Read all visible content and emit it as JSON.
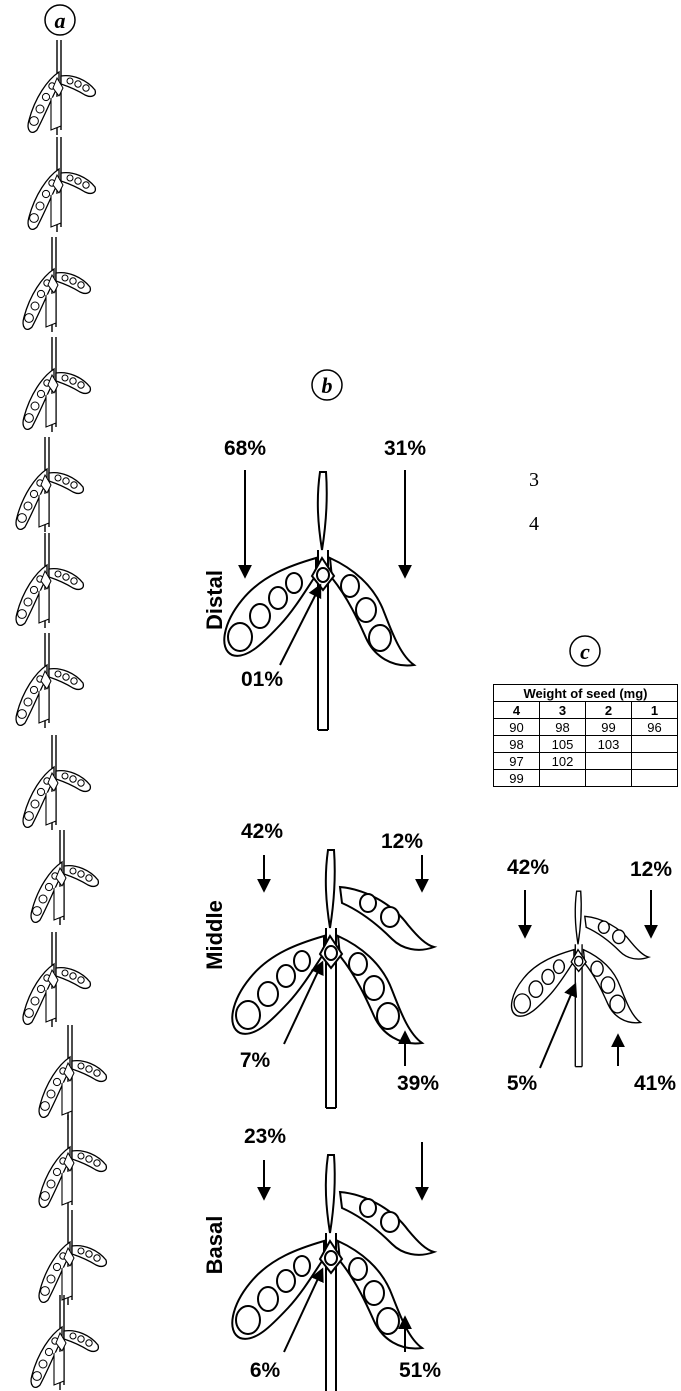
{
  "panels": {
    "a": "a",
    "b": "b",
    "c": "c"
  },
  "side_numbers": [
    "3",
    "4"
  ],
  "rows": {
    "distal": {
      "label": "Distal",
      "values": {
        "top_left": "68%",
        "top_right": "31%",
        "bottom_left": "01%"
      }
    },
    "middle": {
      "label": "Middle",
      "values": {
        "top_left": "42%",
        "top_right": "12%",
        "bottom_left": "7%",
        "bottom_right": "39%"
      }
    },
    "basal": {
      "label": "Basal",
      "values": {
        "top_left": "23%",
        "bottom_left": "6%",
        "bottom_right": "51%"
      }
    }
  },
  "panel_c_values": {
    "top_left": "42%",
    "top_right": "12%",
    "bottom_left": "5%",
    "bottom_right": "41%"
  },
  "seed_table": {
    "title": "Weight of seed (mg)",
    "headers": [
      "4",
      "3",
      "2",
      "1"
    ],
    "rows": [
      [
        "90",
        "98",
        "99",
        "96"
      ],
      [
        "98",
        "105",
        "103",
        ""
      ],
      [
        "97",
        "102",
        "",
        ""
      ],
      [
        "99",
        "",
        "",
        ""
      ]
    ]
  }
}
